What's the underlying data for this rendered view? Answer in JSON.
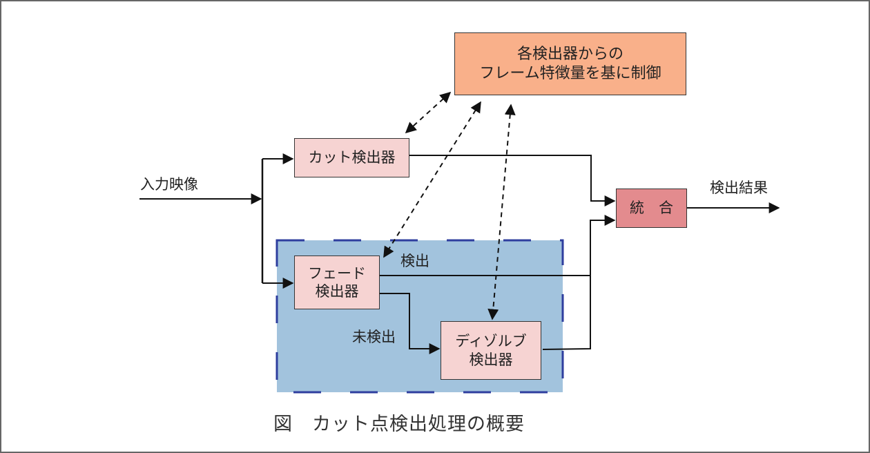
{
  "colors": {
    "control_box": "#F9B08A",
    "detector_box": "#F6D3D2",
    "integrate_box": "#E38B8E",
    "group_fill": "#A2C3DD",
    "group_border": "#2E3E9E",
    "line": "#111111",
    "frame": "#666666"
  },
  "diagram": {
    "control": {
      "line1": "各検出器からの",
      "line2": "フレーム特徴量を基に制御"
    },
    "input_label": "入力映像",
    "cut_detector": "カット検出器",
    "fade_detector": {
      "line1": "フェード",
      "line2": "検出器"
    },
    "dissolve_detector": {
      "line1": "ディゾルブ",
      "line2": "検出器"
    },
    "integrate": "統　合",
    "output_label": "検出結果",
    "detected_label": "検出",
    "not_detected_label": "未検出"
  },
  "caption": "図　カット点検出処理の概要"
}
